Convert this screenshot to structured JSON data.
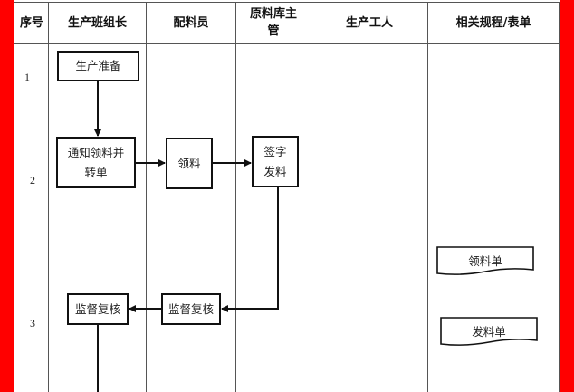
{
  "headers": {
    "seq": "序号",
    "leader": "生产班组长",
    "material_clerk": "配料员",
    "warehouse_supervisor": "原料库主管",
    "worker": "生产工人",
    "docs": "相关规程/表单"
  },
  "rows": [
    "1",
    "2",
    "3"
  ],
  "nodes": {
    "prep": "生产准备",
    "notify": "通知领料并转单",
    "receive": "领料",
    "sign_issue": "签字发料",
    "review_clerk": "监督复核",
    "review_leader": "监督复核"
  },
  "documents": {
    "requisition": "领料单",
    "issue": "发料单"
  }
}
